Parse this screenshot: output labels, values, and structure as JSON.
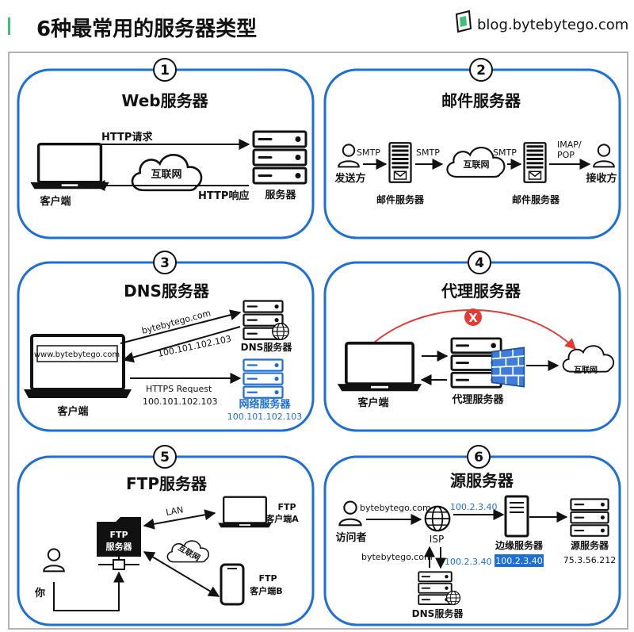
{
  "header": {
    "title": "6种最常用的服务器类型",
    "site": "blog.bytebytego.com",
    "accent_color": "#3fbf77"
  },
  "colors": {
    "panel_border": "#1d6fd8",
    "highlight_blue": "#1d6fd8",
    "red_x": "#e53935",
    "firewall_blue": "#3f7ddb"
  },
  "panels": {
    "web": {
      "number": "1",
      "title": "Web服务器",
      "request": "HTTP请求",
      "response": "HTTP响应",
      "internet": "互联网",
      "client": "客户端",
      "server": "服务器"
    },
    "mail": {
      "number": "2",
      "title": "邮件服务器",
      "smtp1": "SMTP",
      "smtp2": "SMTP",
      "smtp3": "SMTP",
      "imap": "IMAP/",
      "pop": "POP",
      "internet": "互联网",
      "sender": "发送方",
      "receiver": "接收方",
      "mail_server_1": "邮件服务器",
      "mail_server_2": "邮件服务器"
    },
    "dns": {
      "number": "3",
      "title": "DNS服务器",
      "url": "www.bytebytego.com",
      "query": "bytebytego.com",
      "reply_ip": "100.101.102.103",
      "dns_server": "DNS服务器",
      "https": "HTTPS Request",
      "https_ip": "100.101.102.103",
      "web_server": "网络服务器",
      "web_server_ip": "100.101.102.103",
      "client": "客户端"
    },
    "proxy": {
      "number": "4",
      "title": "代理服务器",
      "internet": "互联网",
      "client": "客户端",
      "proxy_server": "代理服务器",
      "blocked": "X"
    },
    "ftp": {
      "number": "5",
      "title": "FTP服务器",
      "server_line1": "FTP",
      "server_line2": "服务器",
      "lan": "LAN",
      "internet": "互联网",
      "client_a_line1": "FTP",
      "client_a_line2": "客户端A",
      "client_b_line1": "FTP",
      "client_b_line2": "客户端B",
      "you": "你"
    },
    "origin": {
      "number": "6",
      "title": "源服务器",
      "visitor_query": "bytebytego.com",
      "visitor": "访问者",
      "isp": "ISP",
      "ip_top": "100.2.3.40",
      "edge_server": "边缘服务器",
      "edge_ip": "100.2.3.40",
      "origin_server": "源服务器",
      "origin_ip": "75.3.56.212",
      "dns_query": "bytebytego.com",
      "dns_ip": "100.2.3.40",
      "dns_server": "DNS服务器"
    }
  }
}
